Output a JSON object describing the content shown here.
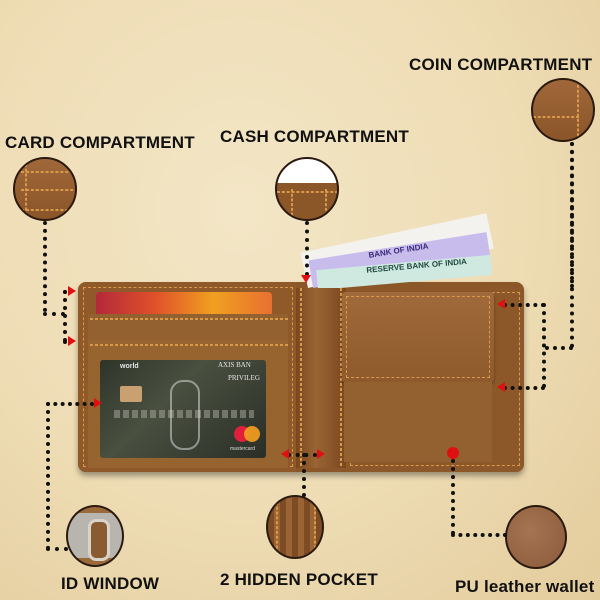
{
  "labels": {
    "card": "CARD COMPARTMENT",
    "cash": "CASH COMPARTMENT",
    "coin": "COIN COMPARTMENT",
    "id_window": "ID WINDOW",
    "hidden_pocket": "2 HIDDEN POCKET",
    "pu_leather": "PU leather wallet"
  },
  "card": {
    "network_text": "world",
    "bank_text": "AXIS BAN",
    "tier_text": "PRIVILEG",
    "brand_text": "mastercard"
  },
  "notes": {
    "text_1": "RESERVE BANK OF INDIA",
    "text_2": "BANK OF INDIA"
  },
  "colors": {
    "background": "#eedcb4",
    "leather": "#8b5628",
    "stitch": "#d89a4a",
    "marker": "#e01010",
    "line": "#111111"
  }
}
